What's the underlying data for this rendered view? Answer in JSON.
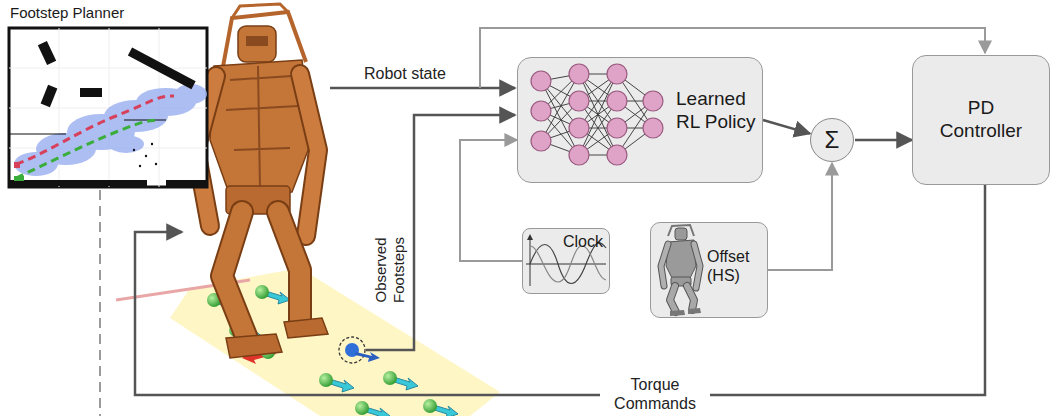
{
  "diagram": {
    "nodes": [
      {
        "text": [
          "Footstep Planner"
        ]
      },
      {
        "text": [
          "Learned RL Policy"
        ]
      },
      {
        "text": [
          "Σ"
        ]
      },
      {
        "text": [
          "PD Controller"
        ]
      },
      {
        "text": [
          "Clock"
        ]
      },
      {
        "text": [
          "Offset (HS)"
        ]
      }
    ],
    "edges": [
      {
        "from": 1,
        "to": 2,
        "arrow": "to"
      },
      {
        "from": 5,
        "to": 2,
        "arrow": "to"
      },
      {
        "from": 2,
        "to": 3,
        "arrow": "to"
      },
      {
        "from": 4,
        "to": 1,
        "arrow": "to"
      }
    ],
    "labels": [
      "Robot state",
      "Observed Footsteps",
      "Torque Commands"
    ]
  }
}
